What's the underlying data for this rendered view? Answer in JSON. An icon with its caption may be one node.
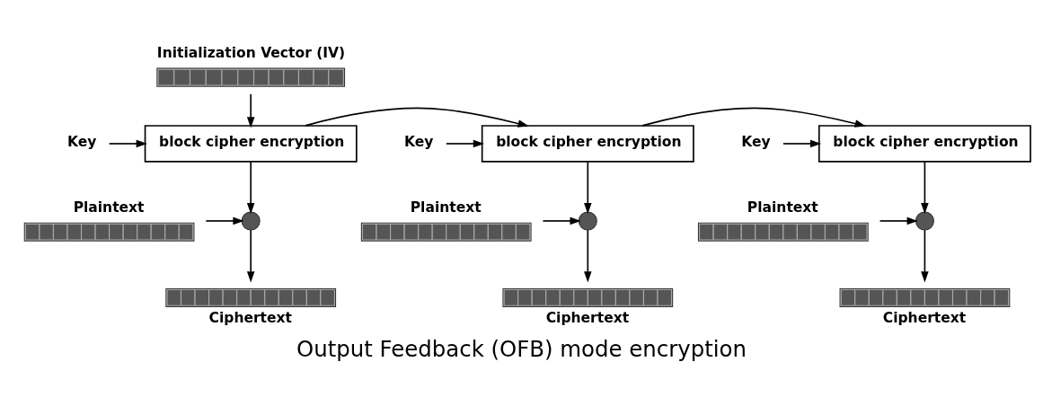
{
  "diagram": {
    "caption": "Output Feedback (OFB) mode encryption",
    "nodes": [
      {
        "text": [
          "Initialization Vector (IV)"
        ]
      },
      {
        "text": [
          "Key"
        ]
      },
      {
        "text": [
          "block cipher encryption"
        ]
      },
      {
        "text": [
          "Plaintext"
        ]
      },
      {
        "text": [],
        "shape": "circle"
      },
      {
        "text": [
          "Ciphertext"
        ]
      },
      {
        "text": [
          "Key"
        ]
      },
      {
        "text": [
          "block cipher encryption"
        ]
      },
      {
        "text": [
          "Plaintext"
        ]
      },
      {
        "text": [],
        "shape": "circle"
      },
      {
        "text": [
          "Ciphertext"
        ]
      },
      {
        "text": [
          "Key"
        ]
      },
      {
        "text": [
          "block cipher encryption"
        ]
      },
      {
        "text": [
          "Plaintext"
        ]
      },
      {
        "text": [],
        "shape": "circle"
      },
      {
        "text": [
          "Ciphertext"
        ]
      }
    ],
    "edges": [
      {
        "from": 0,
        "to": 2,
        "arrow": "to"
      },
      {
        "from": 1,
        "to": 2,
        "arrow": "to"
      },
      {
        "from": 2,
        "to": 4,
        "arrow": "to"
      },
      {
        "from": 3,
        "to": 4,
        "arrow": "to"
      },
      {
        "from": 4,
        "to": 5,
        "arrow": "to"
      },
      {
        "from": 2,
        "to": 7,
        "arrow": "to"
      },
      {
        "from": 6,
        "to": 7,
        "arrow": "to"
      },
      {
        "from": 7,
        "to": 9,
        "arrow": "to"
      },
      {
        "from": 8,
        "to": 9,
        "arrow": "to"
      },
      {
        "from": 9,
        "to": 10,
        "arrow": "to"
      },
      {
        "from": 7,
        "to": 12,
        "arrow": "to"
      },
      {
        "from": 11,
        "to": 12,
        "arrow": "to"
      },
      {
        "from": 12,
        "to": 14,
        "arrow": "to"
      },
      {
        "from": 13,
        "to": 14,
        "arrow": "to"
      },
      {
        "from": 14,
        "to": 15,
        "arrow": "to"
      }
    ]
  }
}
